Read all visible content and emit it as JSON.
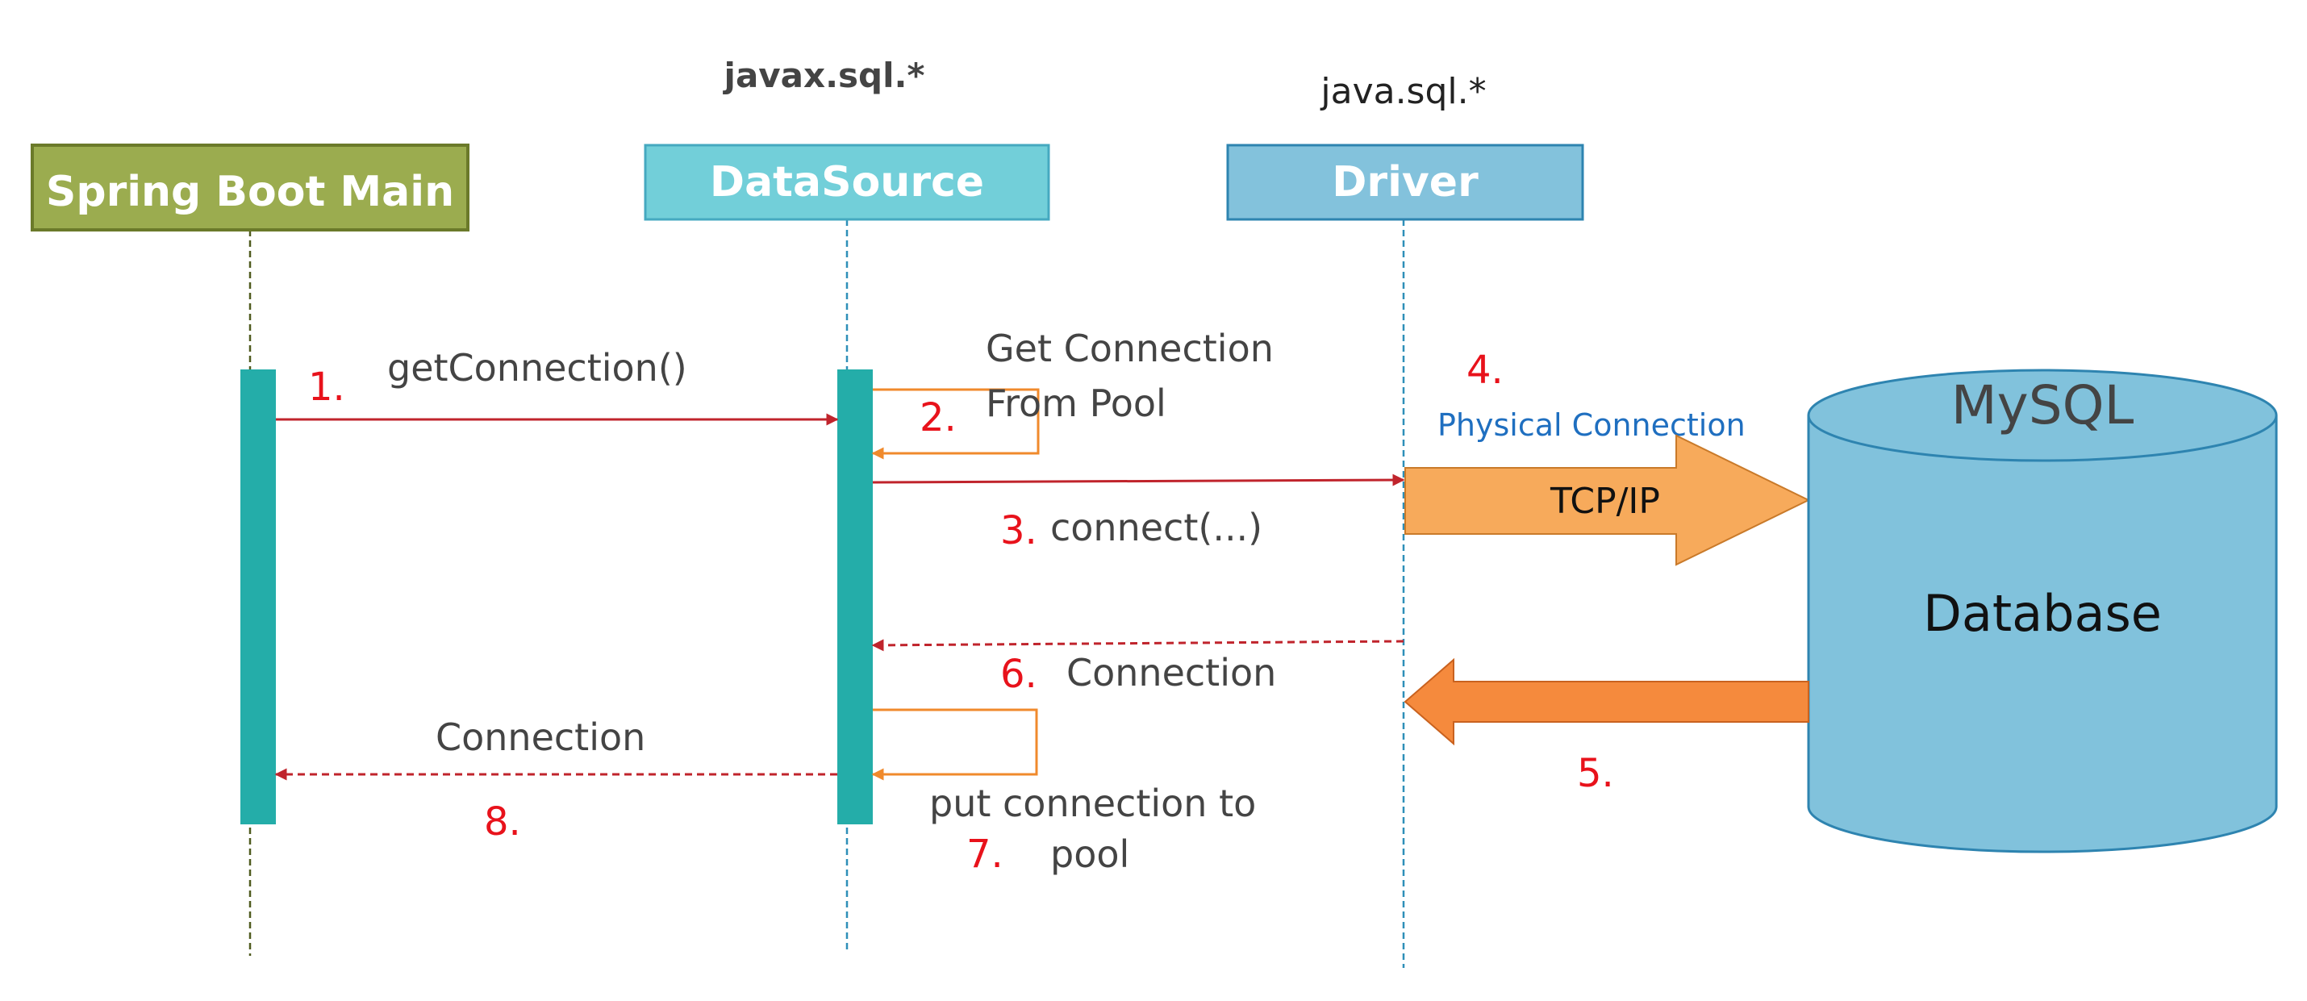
{
  "packages": {
    "datasource_pkg": "javax.sql.*",
    "driver_pkg": "java.sql.*"
  },
  "participants": {
    "main": "Spring Boot Main",
    "datasource": "DataSource",
    "driver": "Driver"
  },
  "database": {
    "name": "MySQL",
    "label": "Database"
  },
  "steps": {
    "s1": {
      "num": "1.",
      "label": "getConnection()"
    },
    "s2": {
      "num": "2.",
      "label_line1": "Get Connection",
      "label_line2": "From Pool"
    },
    "s3": {
      "num": "3.",
      "label": "connect(...)"
    },
    "s4": {
      "num": "4.",
      "label": "Physical Connection",
      "arrow_label": "TCP/IP"
    },
    "s5": {
      "num": "5."
    },
    "s6": {
      "num": "6.",
      "label": "Connection"
    },
    "s7": {
      "num": "7.",
      "label_line1": "put connection to",
      "label_line2": "pool"
    },
    "s8": {
      "num": "8.",
      "label": "Connection"
    }
  },
  "colors": {
    "main_box": "#9bac4f",
    "datasource_box": "#72cfd9",
    "driver_box": "#83c2dc",
    "activation": "#24ada9",
    "request_arrow": "#c0242c",
    "self_arrow": "#f08a2c",
    "step_number": "#e8121b",
    "tcp_arrow": "#f7aa5b",
    "return_arrow": "#f58a3d",
    "database": "#81c2dc",
    "physical_label": "#1f6fc0"
  }
}
